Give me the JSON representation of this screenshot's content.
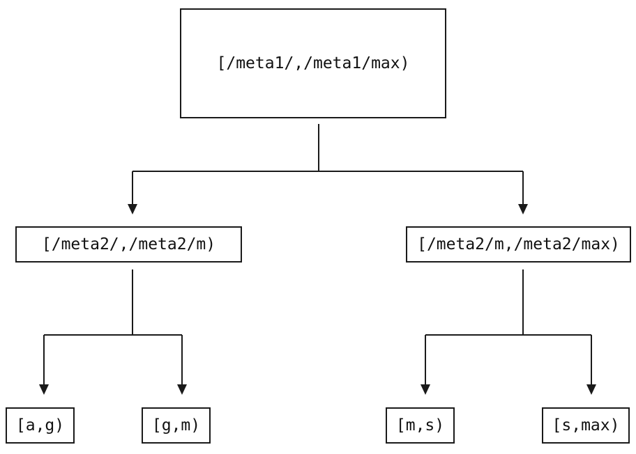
{
  "diagram": {
    "type": "tree",
    "colors": {
      "background": "#ffffff",
      "line_color": "#1a1a1a",
      "text_color": "#111111"
    },
    "nodes": {
      "root": {
        "label": "[/meta1/,/meta1/max)"
      },
      "left": {
        "label": "[/meta2/,/meta2/m)"
      },
      "right": {
        "label": "[/meta2/m,/meta2/max)"
      },
      "leaf_ag": {
        "label": "[a,g)"
      },
      "leaf_gm": {
        "label": "[g,m)"
      },
      "leaf_ms": {
        "label": "[m,s)"
      },
      "leaf_smax": {
        "label": "[s,max)"
      }
    },
    "edges": [
      {
        "from": "root",
        "to": "left"
      },
      {
        "from": "root",
        "to": "right"
      },
      {
        "from": "left",
        "to": "leaf_ag"
      },
      {
        "from": "left",
        "to": "leaf_gm"
      },
      {
        "from": "right",
        "to": "leaf_ms"
      },
      {
        "from": "right",
        "to": "leaf_smax"
      }
    ]
  }
}
